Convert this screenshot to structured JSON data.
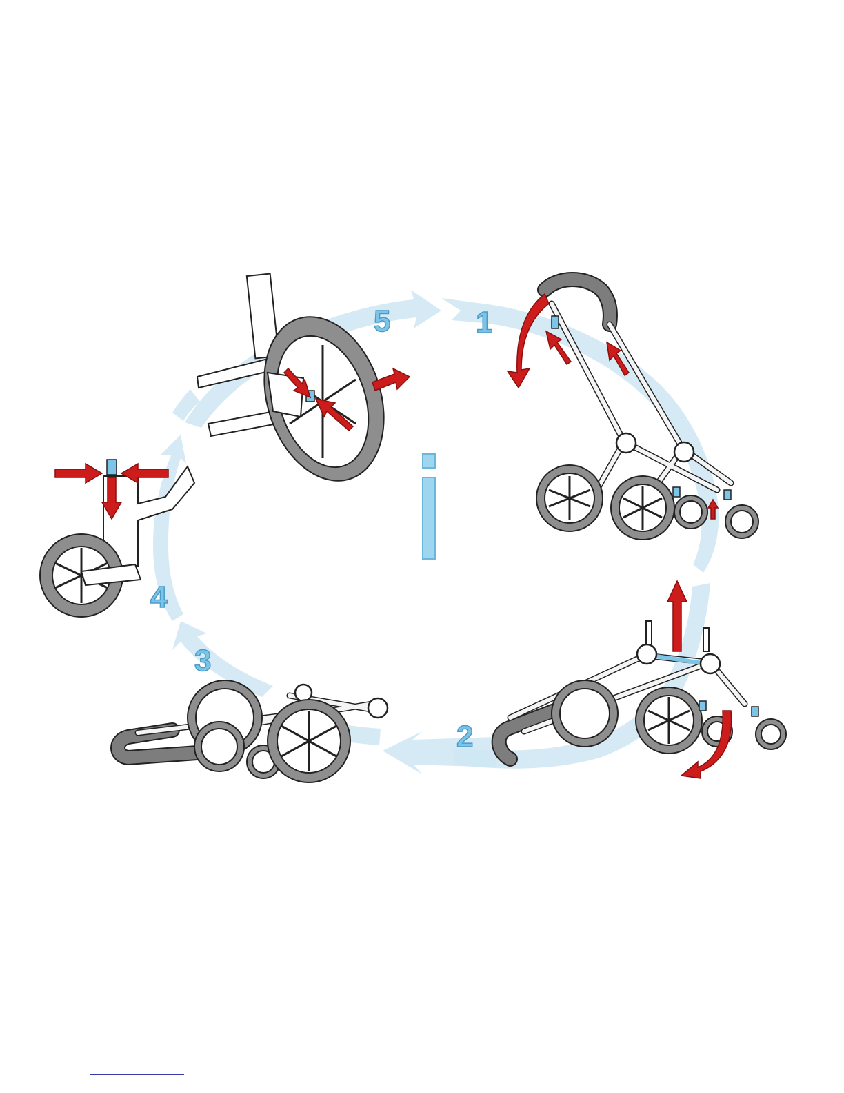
{
  "steps": [
    {
      "number": "1"
    },
    {
      "number": "2"
    },
    {
      "number": "3"
    },
    {
      "number": "4"
    },
    {
      "number": "5"
    }
  ],
  "center_symbol": "i",
  "colors": {
    "cycle_arrow": "#cfe6f3",
    "step_number": "#7cc4e8",
    "action_arrow": "#cc1c1c",
    "highlight_part": "#7cc4e8"
  }
}
